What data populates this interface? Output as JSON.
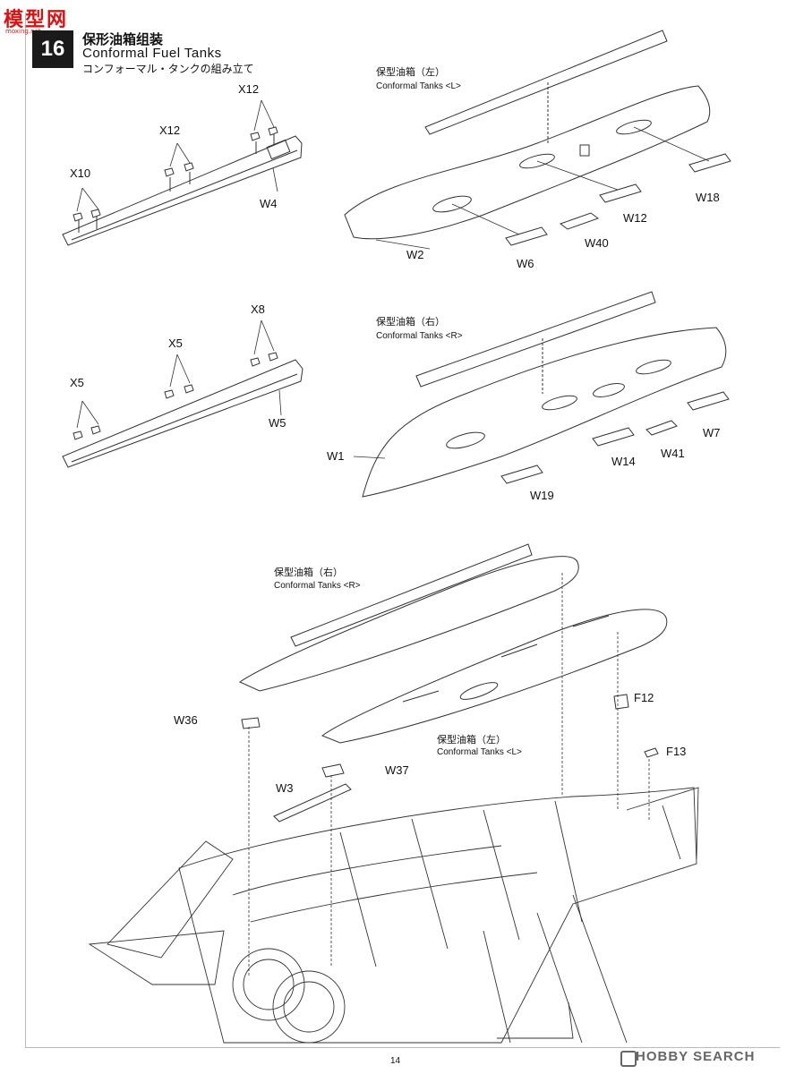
{
  "watermark_site": {
    "logo_text": "模型网",
    "logo_sub": "moxing.net"
  },
  "step": {
    "number": "16",
    "title_cn": "保形油箱组装",
    "title_en": "Conformal Fuel Tanks",
    "title_jp": "コンフォーマル・タンクの組み立て"
  },
  "section1": {
    "caption_cn": "保型油箱（左）",
    "caption_en": "Conformal Tanks <L>",
    "labels": [
      "X12",
      "X12",
      "X10",
      "W4",
      "W2",
      "W6",
      "W40",
      "W12",
      "W18"
    ]
  },
  "section2": {
    "caption_cn": "保型油箱（右）",
    "caption_en": "Conformal Tanks <R>",
    "labels": [
      "X8",
      "X5",
      "X5",
      "W5",
      "W1",
      "W19",
      "W14",
      "W41",
      "W7"
    ]
  },
  "section3": {
    "caption_r_cn": "保型油箱（右）",
    "caption_r_en": "Conformal Tanks <R>",
    "caption_l_cn": "保型油箱（左）",
    "caption_l_en": "Conformal Tanks <L>",
    "labels": [
      "F12",
      "W36",
      "F13",
      "W37",
      "W3"
    ]
  },
  "footer": {
    "page_number": "14",
    "watermark": "HOBBY SEARCH"
  }
}
